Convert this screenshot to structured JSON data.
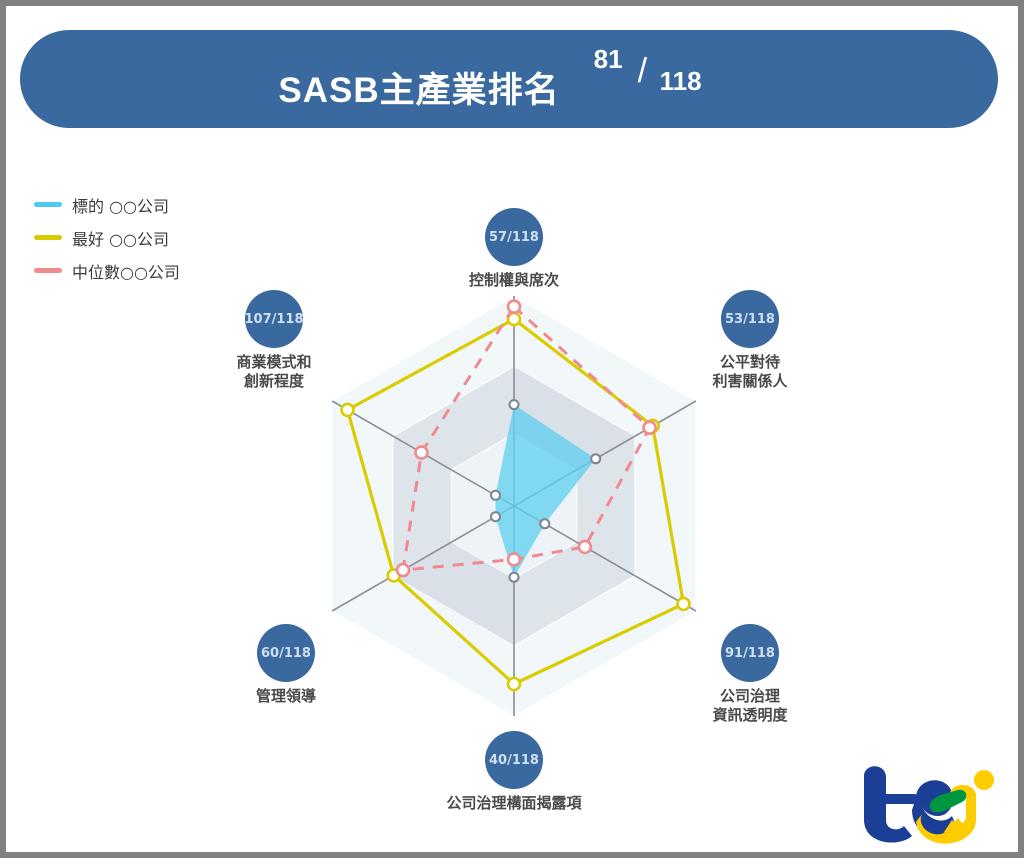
{
  "header": {
    "title": "SASB主產業排名",
    "rank_value": "81",
    "rank_separator": "/",
    "rank_total": "118",
    "background_color": "#39699e",
    "text_color": "#ffffff"
  },
  "legend": {
    "items": [
      {
        "label": "標的 ○○公司",
        "color": "#4ec9ef",
        "series_key": "target"
      },
      {
        "label": "最好 ○○公司",
        "color": "#d9cc00",
        "series_key": "best"
      },
      {
        "label": "中位數○○公司",
        "color": "#f08a8f",
        "series_key": "median"
      }
    ]
  },
  "chart_data": {
    "type": "radar",
    "title": "SASB主產業排名",
    "max_value": 118,
    "rings": 3,
    "grid": true,
    "legend_position": "top-left",
    "categories": [
      "控制權與席次",
      "公平對待\n利害關係人",
      "公司治理\n資訊透明度",
      "公司治理構面揭露項",
      "管理領導",
      "商業模式和\n創新程度"
    ],
    "category_ranks": [
      "57/118",
      "53/118",
      "91/118",
      "40/118",
      "60/118",
      "107/118"
    ],
    "series": [
      {
        "name": "標的 ○○公司",
        "color": "#4ec9ef",
        "fill": "#63d0f0",
        "style": "solid",
        "values": [
          57,
          53,
          20,
          40,
          12,
          12
        ]
      },
      {
        "name": "最好 ○○公司",
        "color": "#d9cc00",
        "style": "solid",
        "values": [
          105,
          90,
          110,
          100,
          78,
          108
        ]
      },
      {
        "name": "中位數○○公司",
        "color": "#f08a8f",
        "style": "dashed",
        "values": [
          112,
          88,
          46,
          30,
          72,
          60
        ]
      }
    ],
    "axis_badge_color": "#39699e",
    "axis_badge_text_color": "#cfe0f0"
  },
  "axes": [
    {
      "rank": "57/118",
      "label_line1": "控制權與席次",
      "label_line2": ""
    },
    {
      "rank": "53/118",
      "label_line1": "公平對待",
      "label_line2": "利害關係人"
    },
    {
      "rank": "91/118",
      "label_line1": "公司治理",
      "label_line2": "資訊透明度"
    },
    {
      "rank": "40/118",
      "label_line1": "公司治理構面揭露項",
      "label_line2": ""
    },
    {
      "rank": "60/118",
      "label_line1": "管理領導",
      "label_line2": ""
    },
    {
      "rank": "107/118",
      "label_line1": "商業模式和",
      "label_line2": "創新程度"
    }
  ],
  "logo": {
    "name": "tej-logo",
    "blue": "#1b3f96",
    "yellow": "#ffcc00",
    "green": "#009640"
  },
  "frame": {
    "border_color": "#808080",
    "background_color": "#ffffff"
  }
}
